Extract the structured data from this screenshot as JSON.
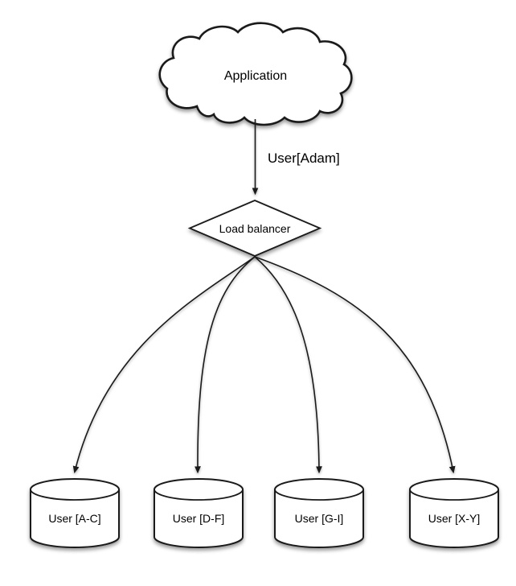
{
  "diagram": {
    "application": {
      "label": "Application"
    },
    "request_label": "User[Adam]",
    "load_balancer": {
      "label": "Load balancer"
    },
    "shards": [
      {
        "label": "User [A-C]"
      },
      {
        "label": "User [D-F]"
      },
      {
        "label": "User [G-I]"
      },
      {
        "label": "User [X-Y]"
      }
    ],
    "colors": {
      "stroke": "#1a1a1a",
      "shape_fill": "#ffffff",
      "text": "#000000",
      "background": "#ffffff"
    }
  }
}
